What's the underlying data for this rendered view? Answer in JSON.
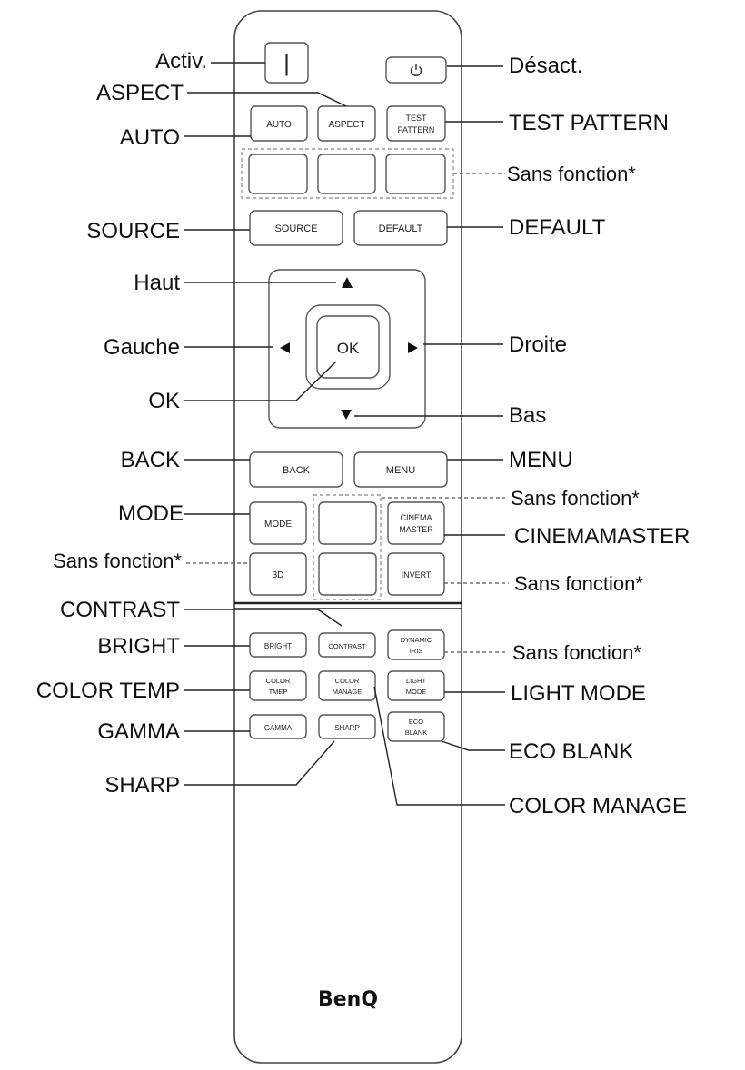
{
  "brand": "BenQ",
  "buttons": {
    "on": "|",
    "auto": "AUTO",
    "aspect": "ASPECT",
    "test_pattern_1": "TEST",
    "test_pattern_2": "PATTERN",
    "source": "SOURCE",
    "default": "DEFAULT",
    "ok": "OK",
    "back": "BACK",
    "menu": "MENU",
    "mode": "MODE",
    "cinema_master_1": "CINEMA",
    "cinema_master_2": "MASTER",
    "three_d": "3D",
    "invert": "INVERT",
    "bright": "BRIGHT",
    "contrast": "CONTRAST",
    "dynamic_iris_1": "DYNAMIC",
    "dynamic_iris_2": "IRIS",
    "color_temp_1": "COLOR",
    "color_temp_2": "TMEP",
    "color_manage_1": "COLOR",
    "color_manage_2": "MANAGE",
    "light_mode_1": "LIGHT",
    "light_mode_2": "MODE",
    "gamma": "GAMMA",
    "sharp": "SHARP",
    "eco_blank_1": "ECO",
    "eco_blank_2": "BLANK"
  },
  "labels": {
    "activ": "Activ.",
    "desact": "Désact.",
    "aspect": "ASPECT",
    "auto": "AUTO",
    "test_pattern": "TEST PATTERN",
    "sans_fonction_top": "Sans fonction*",
    "source": "SOURCE",
    "default": "DEFAULT",
    "haut": "Haut",
    "gauche": "Gauche",
    "droite": "Droite",
    "ok": "OK",
    "bas": "Bas",
    "back": "BACK",
    "menu": "MENU",
    "sans_fonction_mode": "Sans fonction*",
    "mode": "MODE",
    "cinemamaster": "CINEMAMASTER",
    "sans_fonction_3d": "Sans fonction*",
    "sans_fonction_invert": "Sans fonction*",
    "contrast": "CONTRAST",
    "bright": "BRIGHT",
    "sans_fonction_iris": "Sans fonction*",
    "color_temp": "COLOR TEMP",
    "light_mode": "LIGHT MODE",
    "gamma": "GAMMA",
    "eco_blank": "ECO BLANK",
    "sharp": "SHARP",
    "color_manage": "COLOR MANAGE"
  }
}
